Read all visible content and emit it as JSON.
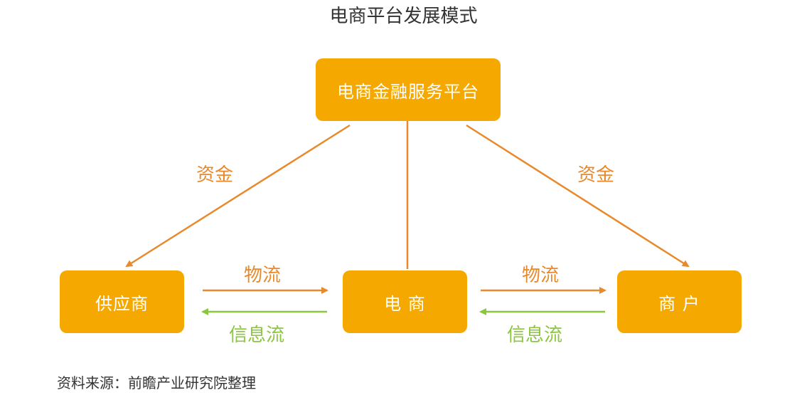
{
  "title": "电商平台发展模式",
  "nodes": {
    "platform": "电商金融服务平台",
    "supplier": "供应商",
    "ecommerce": "电 商",
    "merchant": "商 户"
  },
  "edges": {
    "fund_left": "资金",
    "fund_right": "资金",
    "logistics_left": "物流",
    "logistics_right": "物流",
    "info_left": "信息流",
    "info_right": "信息流"
  },
  "source": "资料来源：前瞻产业研究院整理",
  "colors": {
    "box": "#F5A800",
    "arrow_orange": "#E8892B",
    "arrow_green": "#8CC63F",
    "text_dark": "#333333"
  }
}
